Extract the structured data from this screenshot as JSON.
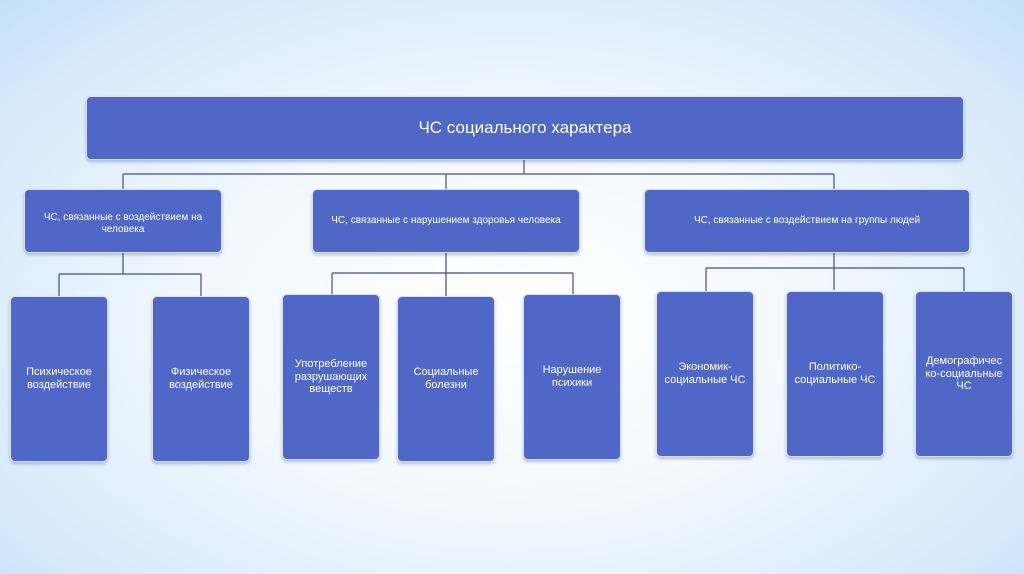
{
  "title": "ЧС социального характера",
  "groups": [
    {
      "label": "ЧС, связанные с воздействием на человека",
      "children": [
        "Психическое воздействие",
        "Физическое воздействие"
      ]
    },
    {
      "label": "ЧС, связанные с нарушением здоровья человека",
      "children": [
        "Употребление разрушающих веществ",
        "Социальные болезни",
        "Нарушение психики"
      ]
    },
    {
      "label": "ЧС, связанные с воздействием на группы людей",
      "children": [
        "Экономик-социальные ЧС",
        "Политико-социальные ЧС",
        "Демографичес ко-социальные ЧС"
      ]
    }
  ],
  "colors": {
    "box_fill": "#4f67c6",
    "line": "#3d4f8f"
  }
}
